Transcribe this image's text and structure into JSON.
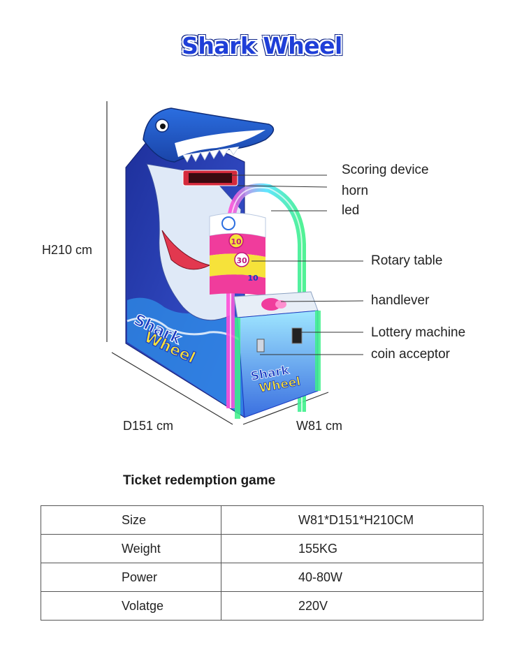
{
  "title": "Shark Wheel",
  "callouts": {
    "scoring_device": "Scoring device",
    "horn": "horn",
    "led": "led",
    "rotary_table": "Rotary table",
    "handlever": "handlever",
    "lottery_machine": "Lottery machine",
    "coin_acceptor": "coin acceptor"
  },
  "dimensions": {
    "height": "H210 cm",
    "depth": "D151 cm",
    "width": "W81 cm"
  },
  "machine_art": {
    "marquee": [
      "Shark",
      "Wheel"
    ],
    "wheel_values": [
      "10",
      "30",
      "10"
    ],
    "cabinet_marquee": [
      "Shark",
      "Wheel"
    ],
    "colors": {
      "shark_blue": "#1e57c8",
      "cabinet_blue": "#2b3fae",
      "wheel_pink": "#f03c9c",
      "wheel_yellow": "#f6e23a",
      "glow_cyan": "#4fe3ff",
      "glow_green": "#3ef08a"
    }
  },
  "spec_heading": "Ticket redemption game",
  "spec_table": [
    {
      "key": "Size",
      "value": "W81*D151*H210CM"
    },
    {
      "key": "Weight",
      "value": "155KG"
    },
    {
      "key": "Power",
      "value": "40-80W"
    },
    {
      "key": "Volatge",
      "value": "220V"
    }
  ]
}
